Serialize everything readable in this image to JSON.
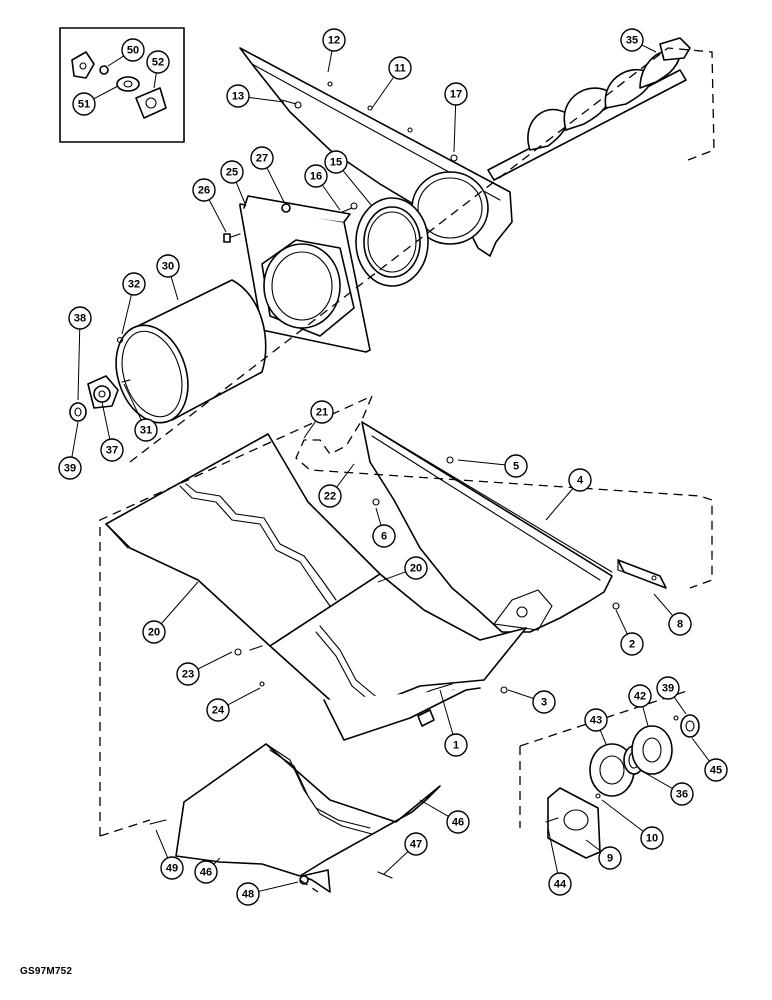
{
  "drawing_code": "GS97M752",
  "callouts": [
    {
      "id": "c12",
      "label": "12"
    },
    {
      "id": "c11",
      "label": "11"
    },
    {
      "id": "c13",
      "label": "13"
    },
    {
      "id": "c17",
      "label": "17"
    },
    {
      "id": "c35",
      "label": "35"
    },
    {
      "id": "c50",
      "label": "50"
    },
    {
      "id": "c52",
      "label": "52"
    },
    {
      "id": "c51",
      "label": "51"
    },
    {
      "id": "c27",
      "label": "27"
    },
    {
      "id": "c25",
      "label": "25"
    },
    {
      "id": "c16",
      "label": "16"
    },
    {
      "id": "c15",
      "label": "15"
    },
    {
      "id": "c26",
      "label": "26"
    },
    {
      "id": "c30",
      "label": "30"
    },
    {
      "id": "c32",
      "label": "32"
    },
    {
      "id": "c38",
      "label": "38"
    },
    {
      "id": "c31",
      "label": "31"
    },
    {
      "id": "c37",
      "label": "37"
    },
    {
      "id": "c39a",
      "label": "39"
    },
    {
      "id": "c21",
      "label": "21"
    },
    {
      "id": "c5",
      "label": "5"
    },
    {
      "id": "c4",
      "label": "4"
    },
    {
      "id": "c22",
      "label": "22"
    },
    {
      "id": "c6",
      "label": "6"
    },
    {
      "id": "c20a",
      "label": "20"
    },
    {
      "id": "c20b",
      "label": "20"
    },
    {
      "id": "c8",
      "label": "8"
    },
    {
      "id": "c2",
      "label": "2"
    },
    {
      "id": "c23",
      "label": "23"
    },
    {
      "id": "c3",
      "label": "3"
    },
    {
      "id": "c24",
      "label": "24"
    },
    {
      "id": "c1",
      "label": "1"
    },
    {
      "id": "c39b",
      "label": "39"
    },
    {
      "id": "c42",
      "label": "42"
    },
    {
      "id": "c43",
      "label": "43"
    },
    {
      "id": "c36",
      "label": "36"
    },
    {
      "id": "c45",
      "label": "45"
    },
    {
      "id": "c10",
      "label": "10"
    },
    {
      "id": "c9",
      "label": "9"
    },
    {
      "id": "c44",
      "label": "44"
    },
    {
      "id": "c46a",
      "label": "46"
    },
    {
      "id": "c46b",
      "label": "46"
    },
    {
      "id": "c47",
      "label": "47"
    },
    {
      "id": "c49",
      "label": "49"
    },
    {
      "id": "c48",
      "label": "48"
    }
  ]
}
